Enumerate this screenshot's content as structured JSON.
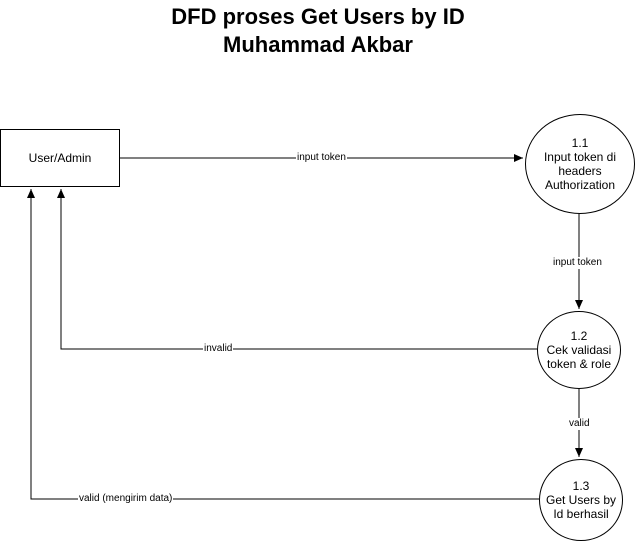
{
  "title": {
    "line1": "DFD proses Get Users by ID",
    "line2": "Muhammad Akbar"
  },
  "entity": {
    "label": "User/Admin"
  },
  "processes": [
    {
      "number": "1.1",
      "lines": [
        "Input token di",
        "headers",
        "Authorization"
      ]
    },
    {
      "number": "1.2",
      "lines": [
        "Cek validasi",
        "token & role"
      ]
    },
    {
      "number": "1.3",
      "lines": [
        "Get Users by",
        "Id berhasil"
      ]
    }
  ],
  "flows": {
    "entity_to_p1": "input token",
    "p1_to_p2": "input token",
    "p2_to_entity": "invalid",
    "p2_to_p3": "valid",
    "p3_to_entity": "valid (mengirim data)"
  }
}
